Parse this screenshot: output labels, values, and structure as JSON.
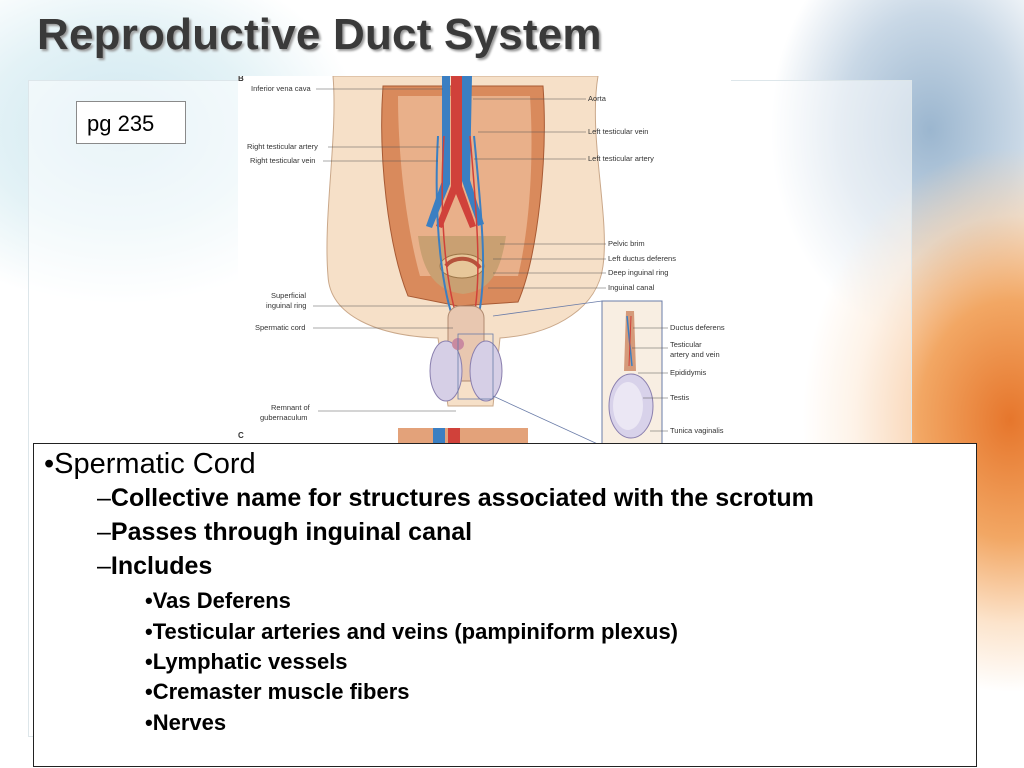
{
  "slide": {
    "title": "Reproductive Duct System",
    "page_reference": "pg 235"
  },
  "figure": {
    "panel_b": "B",
    "panel_c": "C",
    "labels_left": [
      "Inferior vena cava",
      "Right testicular artery",
      "Right testicular vein",
      "Superficial",
      "inguinal ring",
      "Spermatic cord",
      "Remnant of",
      "gubernaculum"
    ],
    "labels_right": [
      "Aorta",
      "Left testicular vein",
      "Left testicular artery",
      "Pelvic brim",
      "Left ductus deferens",
      "Deep inguinal ring",
      "Inguinal canal"
    ],
    "labels_inset": [
      "Ductus deferens",
      "Testicular",
      "artery and vein",
      "Epididymis",
      "Testis",
      "Tunica vaginalis"
    ]
  },
  "bullets": {
    "main_marker": "•",
    "main": "Spermatic Cord",
    "sub_marker": "–",
    "sub": [
      "Collective name for structures associated with the scrotum",
      "Passes through inguinal canal",
      "Includes"
    ],
    "items_marker": "•",
    "items": [
      "Vas Deferens",
      "Testicular arteries and veins (pampiniform plexus)",
      "Lymphatic vessels",
      "Cremaster muscle fibers",
      "Nerves"
    ]
  }
}
